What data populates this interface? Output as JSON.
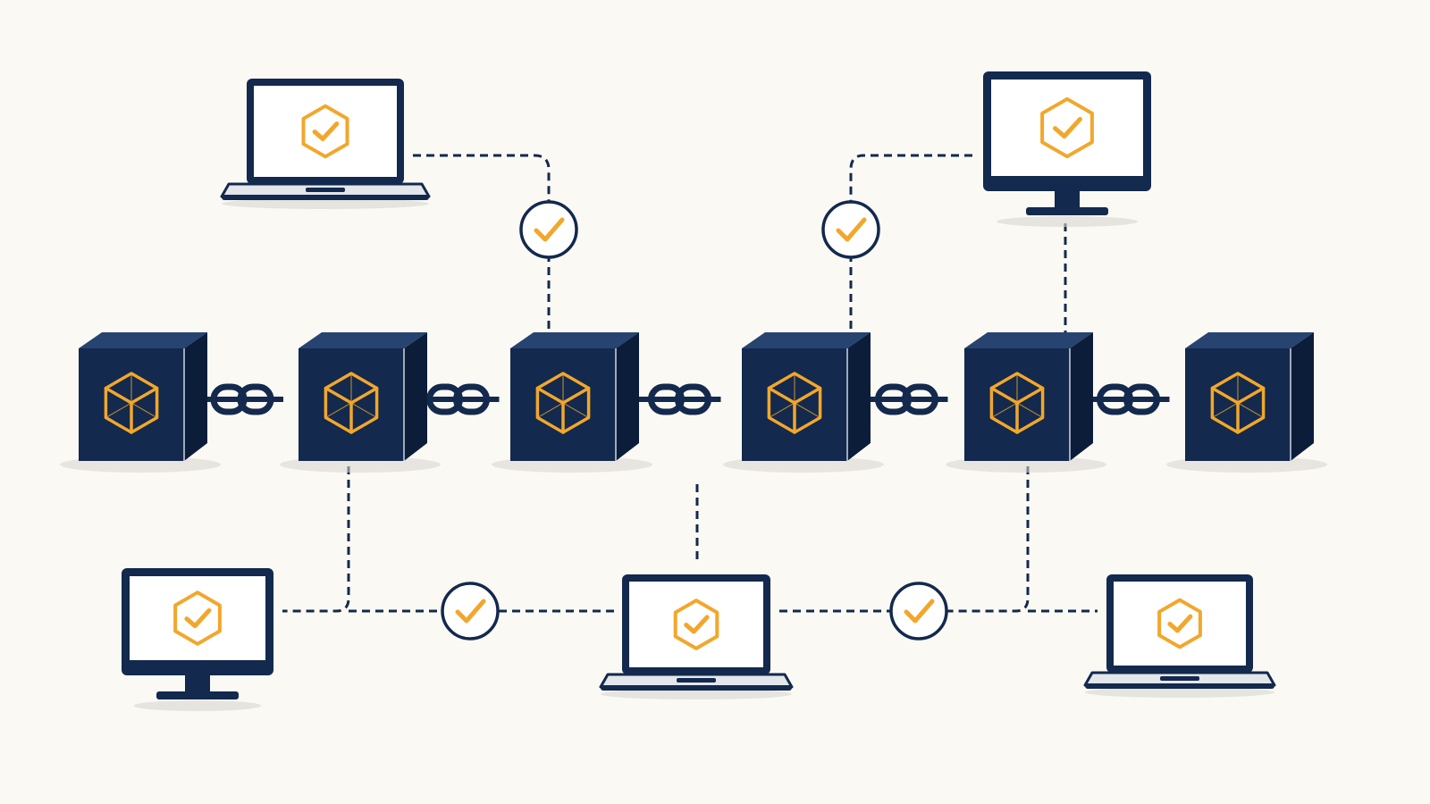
{
  "colors": {
    "background": "#fbf9f4",
    "navy": "#13294d",
    "navy_side": "#0c1d3a",
    "navy_top": "#274470",
    "accent": "#f2a72b",
    "screen": "#ffffff",
    "base_light": "#e3e6ea",
    "shadow": "#d9d6cf"
  },
  "icons": {
    "block": "cube-icon",
    "chain_link": "chain-link-icon",
    "verified_badge": "hexagon-check-icon",
    "validation": "circle-check-icon"
  },
  "nodes": [
    {
      "id": "node-laptop-top-left",
      "device": "laptop",
      "status": "verified"
    },
    {
      "id": "node-monitor-top-right",
      "device": "monitor",
      "status": "verified"
    },
    {
      "id": "node-monitor-bottom-left",
      "device": "monitor",
      "status": "verified"
    },
    {
      "id": "node-laptop-bottom-center",
      "device": "laptop",
      "status": "verified"
    },
    {
      "id": "node-laptop-bottom-right",
      "device": "laptop",
      "status": "verified"
    }
  ],
  "blocks": [
    {
      "id": "block-1"
    },
    {
      "id": "block-2"
    },
    {
      "id": "block-3"
    },
    {
      "id": "block-4"
    },
    {
      "id": "block-5"
    },
    {
      "id": "block-6"
    }
  ],
  "validations": [
    {
      "id": "check-top-left",
      "status": "valid"
    },
    {
      "id": "check-top-right",
      "status": "valid"
    },
    {
      "id": "check-bottom-left",
      "status": "valid"
    },
    {
      "id": "check-bottom-right",
      "status": "valid"
    }
  ]
}
